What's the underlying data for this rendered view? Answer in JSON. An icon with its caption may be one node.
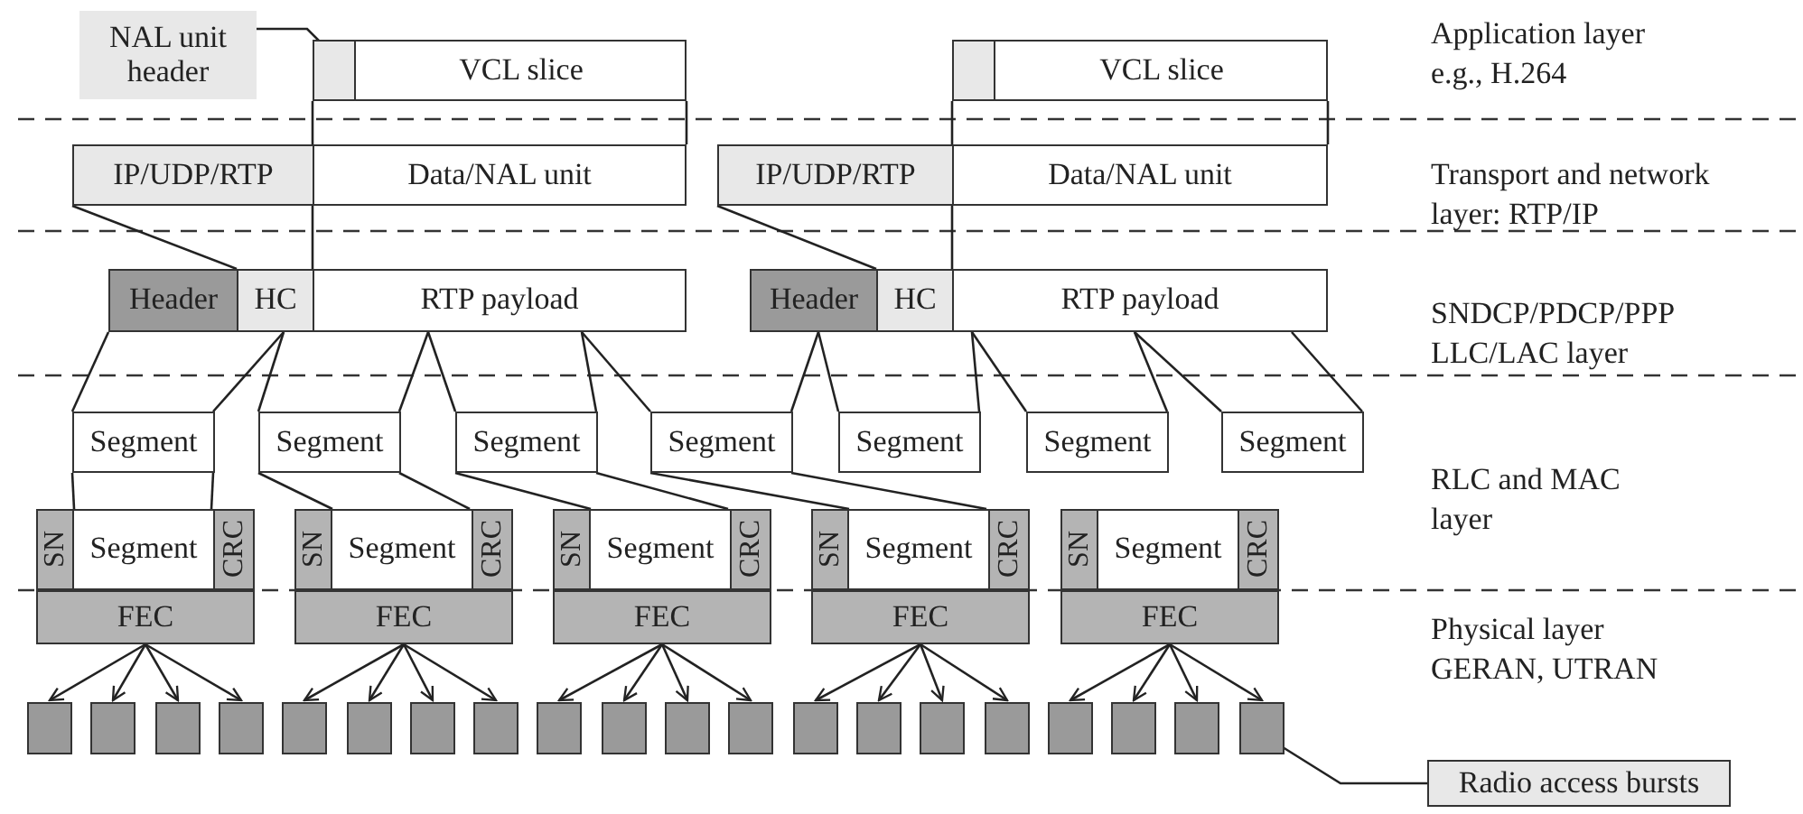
{
  "diagram": {
    "nodes": [
      {
        "text": [
          "NAL unit header"
        ]
      },
      {
        "text": [
          "VCL slice"
        ]
      },
      {
        "text": [],
        "shape": "box",
        "in": 1
      },
      {
        "text": [
          "VCL slice"
        ]
      },
      {
        "text": [],
        "shape": "box",
        "in": 3
      },
      {
        "text": [
          "IP/UDP/RTP"
        ]
      },
      {
        "text": [
          "Data/NAL unit"
        ]
      },
      {
        "text": [
          "IP/UDP/RTP"
        ]
      },
      {
        "text": [
          "Data/NAL unit"
        ]
      },
      {
        "text": [
          "Header"
        ]
      },
      {
        "text": [
          "HC"
        ]
      },
      {
        "text": [
          "RTP payload"
        ]
      },
      {
        "text": [
          "Header"
        ]
      },
      {
        "text": [
          "HC"
        ]
      },
      {
        "text": [
          "RTP payload"
        ]
      },
      {
        "text": [
          "Segment"
        ]
      },
      {
        "text": [
          "Segment"
        ]
      },
      {
        "text": [
          "Segment"
        ]
      },
      {
        "text": [
          "Segment"
        ]
      },
      {
        "text": [
          "Segment"
        ]
      },
      {
        "text": [
          "Segment"
        ]
      },
      {
        "text": [
          "Segment"
        ]
      },
      {
        "text": [
          "SN"
        ]
      },
      {
        "text": [
          "Segment"
        ]
      },
      {
        "text": [
          "CRC"
        ]
      },
      {
        "text": [
          "SN"
        ]
      },
      {
        "text": [
          "Segment"
        ]
      },
      {
        "text": [
          "CRC"
        ]
      },
      {
        "text": [
          "SN"
        ]
      },
      {
        "text": [
          "Segment"
        ]
      },
      {
        "text": [
          "CRC"
        ]
      },
      {
        "text": [
          "SN"
        ]
      },
      {
        "text": [
          "Segment"
        ]
      },
      {
        "text": [
          "CRC"
        ]
      },
      {
        "text": [
          "SN"
        ]
      },
      {
        "text": [
          "Segment"
        ]
      },
      {
        "text": [
          "CRC"
        ]
      },
      {
        "text": [
          "FEC"
        ]
      },
      {
        "text": [
          "FEC"
        ]
      },
      {
        "text": [
          "FEC"
        ]
      },
      {
        "text": [
          "FEC"
        ]
      },
      {
        "text": [
          "FEC"
        ]
      },
      {
        "text": [],
        "shape": "box"
      },
      {
        "text": [],
        "shape": "box"
      },
      {
        "text": [],
        "shape": "box"
      },
      {
        "text": [],
        "shape": "box"
      },
      {
        "text": [],
        "shape": "box"
      },
      {
        "text": [],
        "shape": "box"
      },
      {
        "text": [],
        "shape": "box"
      },
      {
        "text": [],
        "shape": "box"
      },
      {
        "text": [],
        "shape": "box"
      },
      {
        "text": [],
        "shape": "box"
      },
      {
        "text": [],
        "shape": "box"
      },
      {
        "text": [],
        "shape": "box"
      },
      {
        "text": [],
        "shape": "box"
      },
      {
        "text": [],
        "shape": "box"
      },
      {
        "text": [],
        "shape": "box"
      },
      {
        "text": [],
        "shape": "box"
      },
      {
        "text": [],
        "shape": "box"
      },
      {
        "text": [],
        "shape": "box"
      },
      {
        "text": [],
        "shape": "box"
      },
      {
        "text": [],
        "shape": "box"
      },
      {
        "text": [
          "Radio access bursts"
        ]
      }
    ],
    "edges": [
      {
        "from": 0,
        "to": 2,
        "arrow": "none"
      },
      {
        "from": 1,
        "to": 6,
        "arrow": "none"
      },
      {
        "from": 1,
        "to": 6,
        "arrow": "none"
      },
      {
        "from": 3,
        "to": 8,
        "arrow": "none"
      },
      {
        "from": 3,
        "to": 8,
        "arrow": "none"
      },
      {
        "from": 5,
        "to": 10,
        "arrow": "none"
      },
      {
        "from": 6,
        "to": 11,
        "arrow": "none"
      },
      {
        "from": 7,
        "to": 13,
        "arrow": "none"
      },
      {
        "from": 8,
        "to": 14,
        "arrow": "none"
      },
      {
        "from": 9,
        "to": 15,
        "arrow": "none"
      },
      {
        "from": 10,
        "to": 15,
        "arrow": "none"
      },
      {
        "from": 10,
        "to": 16,
        "arrow": "none"
      },
      {
        "from": 11,
        "to": 16,
        "arrow": "none"
      },
      {
        "from": 11,
        "to": 17,
        "arrow": "none"
      },
      {
        "from": 11,
        "to": 17,
        "arrow": "none"
      },
      {
        "from": 11,
        "to": 18,
        "arrow": "none"
      },
      {
        "from": 12,
        "to": 18,
        "arrow": "none"
      },
      {
        "from": 12,
        "to": 19,
        "arrow": "none"
      },
      {
        "from": 14,
        "to": 19,
        "arrow": "none"
      },
      {
        "from": 14,
        "to": 20,
        "arrow": "none"
      },
      {
        "from": 14,
        "to": 20,
        "arrow": "none"
      },
      {
        "from": 14,
        "to": 21,
        "arrow": "none"
      },
      {
        "from": 14,
        "to": 21,
        "arrow": "none"
      },
      {
        "from": 15,
        "to": 23,
        "arrow": "none"
      },
      {
        "from": 15,
        "to": 23,
        "arrow": "none"
      },
      {
        "from": 16,
        "to": 26,
        "arrow": "none"
      },
      {
        "from": 16,
        "to": 26,
        "arrow": "none"
      },
      {
        "from": 17,
        "to": 29,
        "arrow": "none"
      },
      {
        "from": 17,
        "to": 29,
        "arrow": "none"
      },
      {
        "from": 18,
        "to": 32,
        "arrow": "none"
      },
      {
        "from": 18,
        "to": 32,
        "arrow": "none"
      },
      {
        "from": 37,
        "to": 42,
        "arrow": "to"
      },
      {
        "from": 37,
        "to": 43,
        "arrow": "to"
      },
      {
        "from": 37,
        "to": 44,
        "arrow": "to"
      },
      {
        "from": 37,
        "to": 45,
        "arrow": "to"
      },
      {
        "from": 38,
        "to": 46,
        "arrow": "to"
      },
      {
        "from": 38,
        "to": 47,
        "arrow": "to"
      },
      {
        "from": 38,
        "to": 48,
        "arrow": "to"
      },
      {
        "from": 38,
        "to": 49,
        "arrow": "to"
      },
      {
        "from": 39,
        "to": 50,
        "arrow": "to"
      },
      {
        "from": 39,
        "to": 51,
        "arrow": "to"
      },
      {
        "from": 39,
        "to": 52,
        "arrow": "to"
      },
      {
        "from": 39,
        "to": 53,
        "arrow": "to"
      },
      {
        "from": 40,
        "to": 54,
        "arrow": "to"
      },
      {
        "from": 40,
        "to": 55,
        "arrow": "to"
      },
      {
        "from": 40,
        "to": 56,
        "arrow": "to"
      },
      {
        "from": 40,
        "to": 57,
        "arrow": "to"
      },
      {
        "from": 41,
        "to": 58,
        "arrow": "to"
      },
      {
        "from": 41,
        "to": 59,
        "arrow": "to"
      },
      {
        "from": 41,
        "to": 60,
        "arrow": "to"
      },
      {
        "from": 41,
        "to": 61,
        "arrow": "to"
      },
      {
        "from": 62,
        "to": 61,
        "arrow": "none"
      }
    ],
    "labels": [
      "Application layer e.g., H.264",
      "Transport and network layer: RTP/IP",
      "SNDCP/PDCP/PPP LLC/LAC layer",
      "RLC and MAC layer",
      "Physical layer GERAN, UTRAN"
    ]
  }
}
